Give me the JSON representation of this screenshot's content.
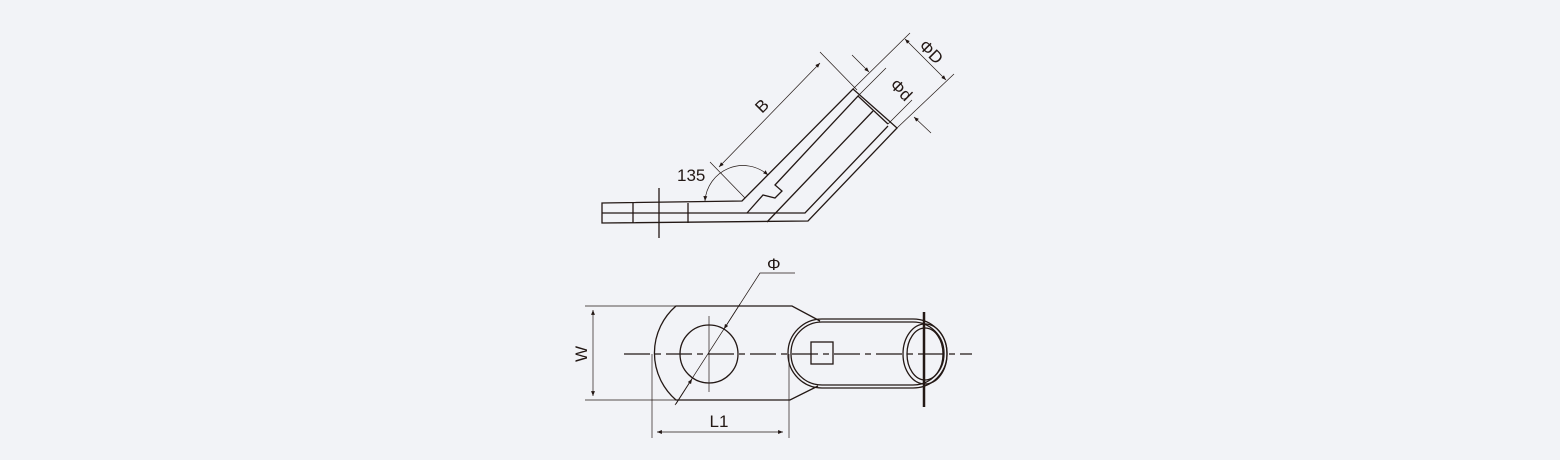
{
  "labels": {
    "length_b": "B",
    "angle": "135",
    "outer_diameter": "ΦD",
    "inner_diameter": "Φd",
    "hole_diameter": "Φ",
    "width": "W",
    "length_l1": "L1"
  },
  "colors": {
    "background": "#f2f3f7",
    "line": "#231815"
  }
}
